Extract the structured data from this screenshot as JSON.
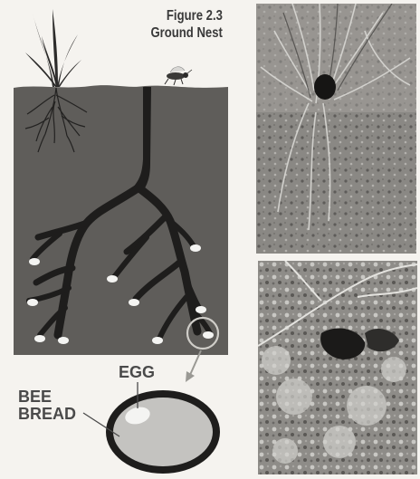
{
  "figure": {
    "label": "Figure 2.3",
    "title": "Ground Nest"
  },
  "diagram": {
    "egg_label": "EGG",
    "bee_bread_label_line1": "BEE",
    "bee_bread_label_line2": "BREAD"
  },
  "colors": {
    "soil": "#5f5d5a",
    "tunnel": "#1e1d1c",
    "egg": "#f4f4f2",
    "bee_bread": "#c4c3c0",
    "background": "#f5f3ef"
  },
  "photos": [
    {
      "subject": "ground nest entrance among grass"
    },
    {
      "subject": "ground nest entrance in soil"
    }
  ]
}
